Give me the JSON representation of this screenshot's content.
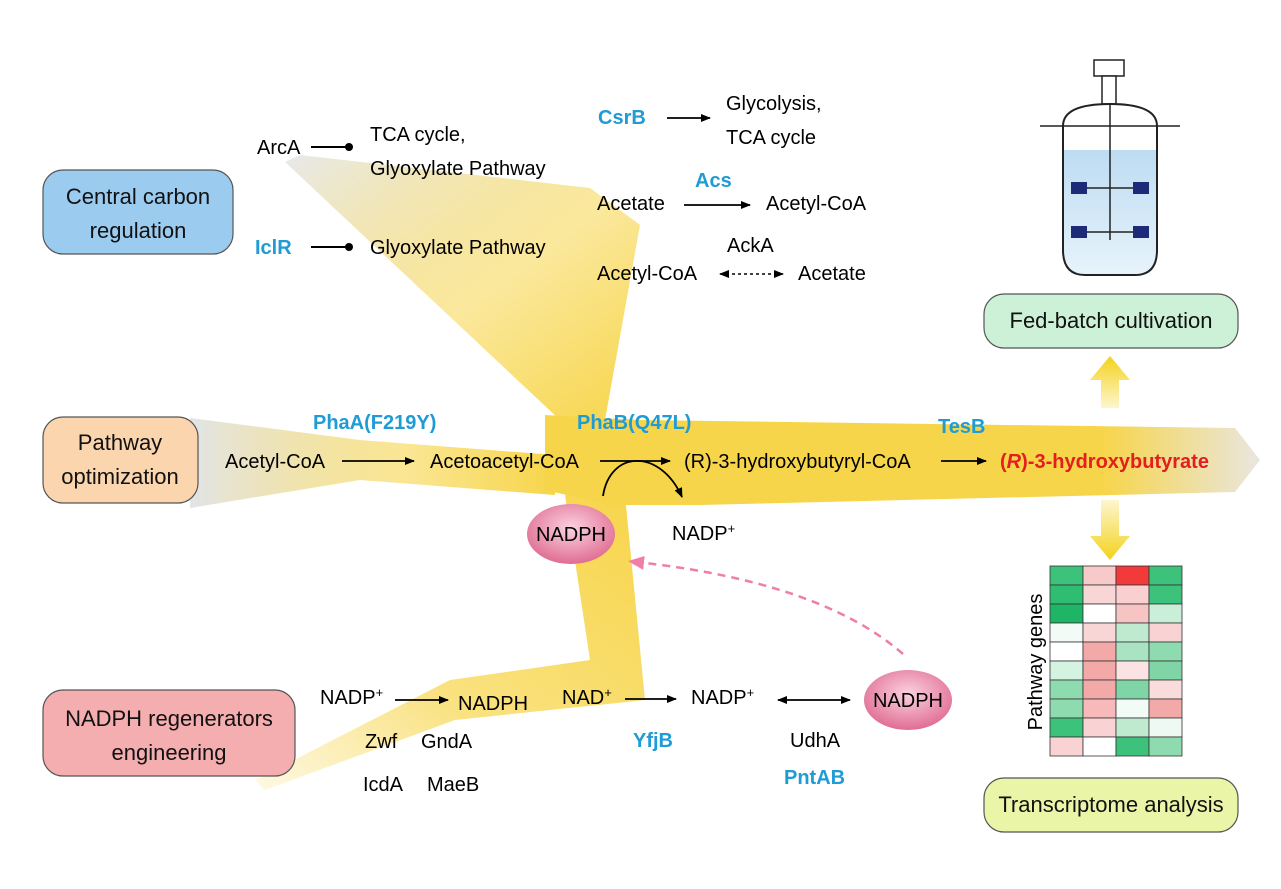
{
  "colors": {
    "flow": "#f7d54a",
    "enzyme": "#1f9bd6",
    "product": "#e21e1e",
    "nadph_fill": "#e4759a",
    "arrow_pink": "#ef7fa6",
    "central_box": "#9ccbf0",
    "pathway_box": "#fbd5ae",
    "nadph_box": "#f5aeb0",
    "fedbatch_box": "#cdf1d7",
    "transcriptome_box": "#eaf5a8"
  },
  "boxes": {
    "central_line1": "Central carbon",
    "central_line2": "regulation",
    "pathway_line1": "Pathway",
    "pathway_line2": "optimization",
    "nadph_line1": "NADPH regenerators",
    "nadph_line2": "engineering",
    "fedbatch": "Fed-batch cultivation",
    "transcriptome": "Transcriptome analysis"
  },
  "central": {
    "arca": "ArcA",
    "tca_line1": "TCA cycle,",
    "tca_line2": "Glyoxylate Pathway",
    "iclr": "IclR",
    "glyoxylate": "Glyoxylate Pathway",
    "csrb": "CsrB",
    "glycolysis_line1": "Glycolysis,",
    "glycolysis_line2": "TCA cycle",
    "acs": "Acs",
    "acetate_left": "Acetate",
    "acetylcoa_right": "Acetyl-CoA",
    "acka": "AckA",
    "acetylcoa_left": "Acetyl-CoA",
    "acetate_right": "Acetate"
  },
  "pathway": {
    "phaa": "PhaA(F219Y)",
    "phab": "PhaB(Q47L)",
    "tesb": "TesB",
    "acetylcoa": "Acetyl-CoA",
    "acetoacetylcoa": "Acetoacetyl-CoA",
    "hb_coa": "(R)-3-hydroxybutyryl-CoA",
    "product_prefix": "(",
    "product_r": "R",
    "product_suffix": ")-3-hydroxybutyrate",
    "nadp_plus": "NADP",
    "nadp_plus_sup": "+",
    "nadph_center": "NADPH"
  },
  "regen": {
    "nadp1": "NADP",
    "nadp1_sup": "+",
    "nadph1": "NADPH",
    "zwf": "Zwf",
    "gnda": "GndA",
    "icda": "IcdA",
    "maeb": "MaeB",
    "nad": "NAD",
    "nad_sup": "+",
    "nadp2": "NADP",
    "nadp2_sup": "+",
    "yfjb": "YfjB",
    "udha": "UdhA",
    "pntab": "PntAB",
    "nadph_right": "NADPH"
  },
  "heatmap": {
    "ylabel": "Pathway genes",
    "cells": [
      [
        "#3cc27a",
        "#f8c9c9",
        "#f23a3a",
        "#3cc27a"
      ],
      [
        "#2fbd72",
        "#f9d6d6",
        "#f9cfcf",
        "#3cc27a"
      ],
      [
        "#1fb567",
        "#ffffff",
        "#f7c4c4",
        "#c9efd8"
      ],
      [
        "#f2fbf5",
        "#f9d6d6",
        "#bfead0",
        "#f9d3d3"
      ],
      [
        "#ffffff",
        "#f4a9a9",
        "#a9e3c2",
        "#8fdbb0"
      ],
      [
        "#d5f3e1",
        "#f4a9a9",
        "#fbe3e3",
        "#7fd5a5"
      ],
      [
        "#8fdbb0",
        "#f4a9a9",
        "#7fd5a5",
        "#fbdcdc"
      ],
      [
        "#8fdbb0",
        "#f7b9b9",
        "#f2fbf5",
        "#f4a9a9"
      ],
      [
        "#3cc27a",
        "#f9d3d3",
        "#bfead0",
        "#edf9f2"
      ],
      [
        "#f9d3d3",
        "#ffffff",
        "#3cc27a",
        "#8fdbb0"
      ]
    ]
  }
}
